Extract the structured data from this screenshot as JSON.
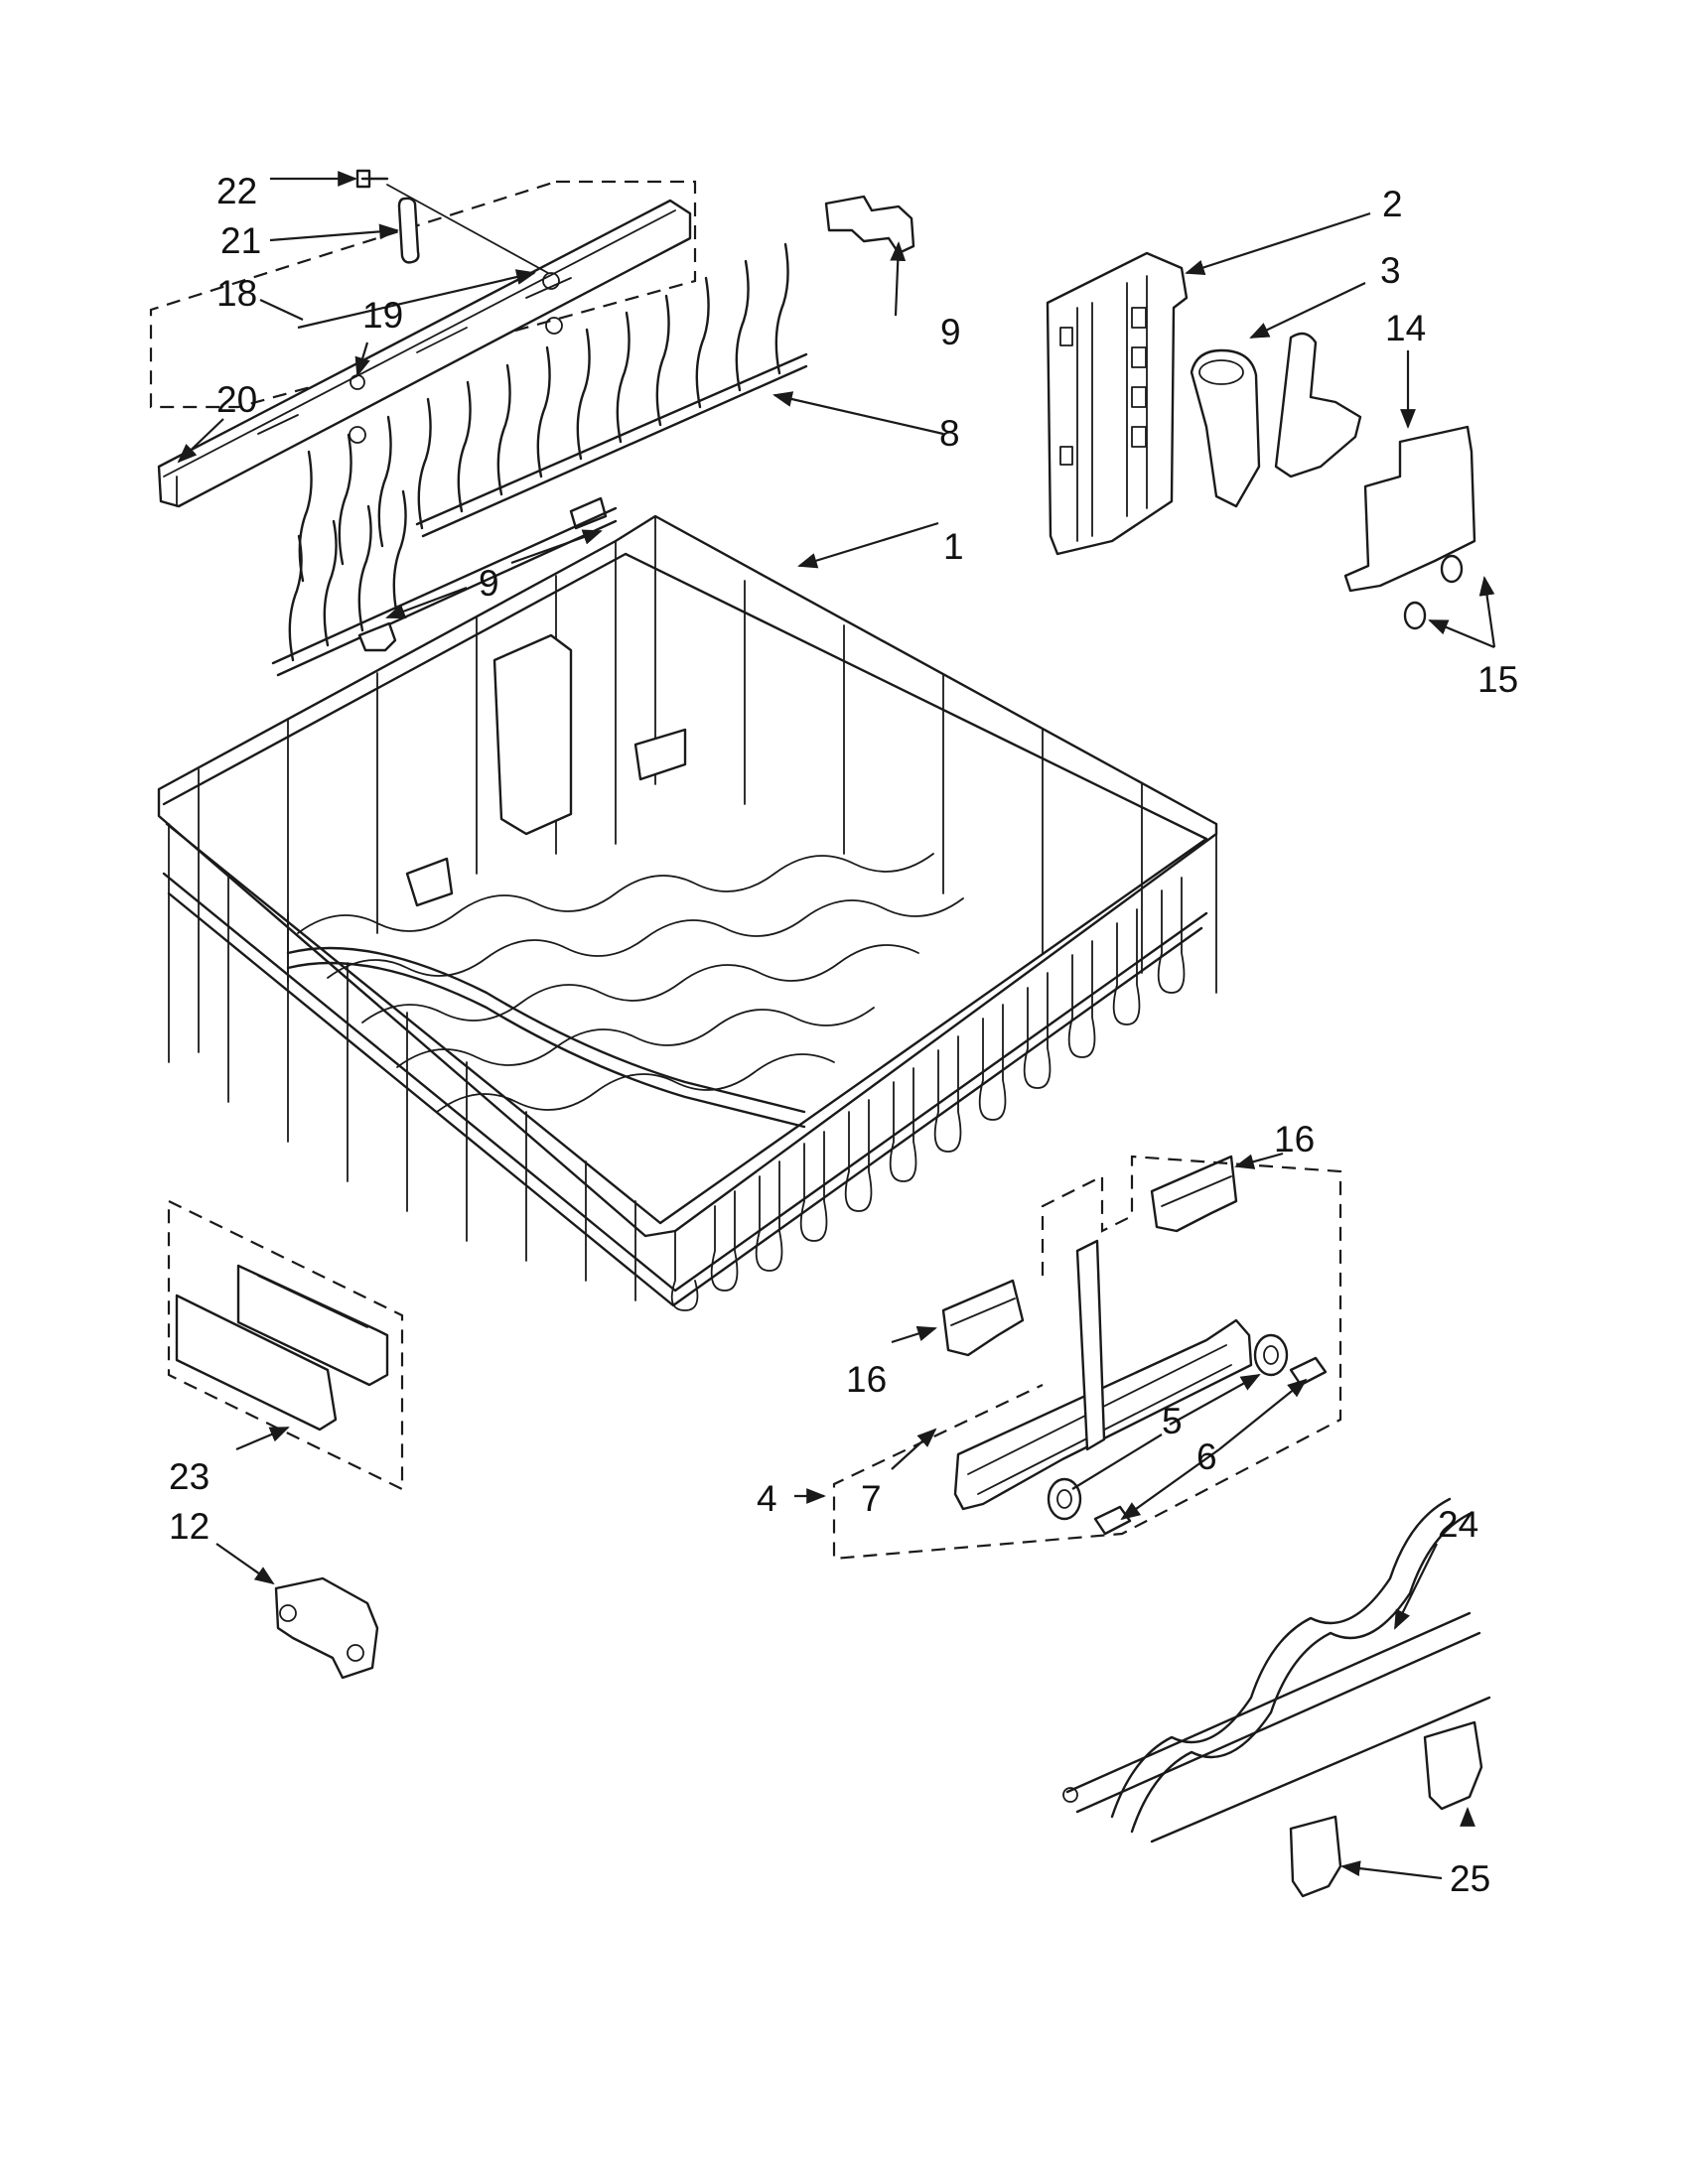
{
  "diagram": {
    "callouts": [
      {
        "id": "c1",
        "text": "1"
      },
      {
        "id": "c2",
        "text": "2"
      },
      {
        "id": "c3",
        "text": "3"
      },
      {
        "id": "c4",
        "text": "4"
      },
      {
        "id": "c5",
        "text": "5"
      },
      {
        "id": "c6",
        "text": "6"
      },
      {
        "id": "c7",
        "text": "7"
      },
      {
        "id": "c8",
        "text": "8"
      },
      {
        "id": "c9a",
        "text": "9"
      },
      {
        "id": "c9b",
        "text": "9"
      },
      {
        "id": "c12",
        "text": "12"
      },
      {
        "id": "c14",
        "text": "14"
      },
      {
        "id": "c15",
        "text": "15"
      },
      {
        "id": "c16a",
        "text": "16"
      },
      {
        "id": "c16b",
        "text": "16"
      },
      {
        "id": "c18",
        "text": "18"
      },
      {
        "id": "c19",
        "text": "19"
      },
      {
        "id": "c20",
        "text": "20"
      },
      {
        "id": "c21",
        "text": "21"
      },
      {
        "id": "c22",
        "text": "22"
      },
      {
        "id": "c23",
        "text": "23"
      },
      {
        "id": "c24",
        "text": "24"
      },
      {
        "id": "c25",
        "text": "25"
      }
    ]
  }
}
